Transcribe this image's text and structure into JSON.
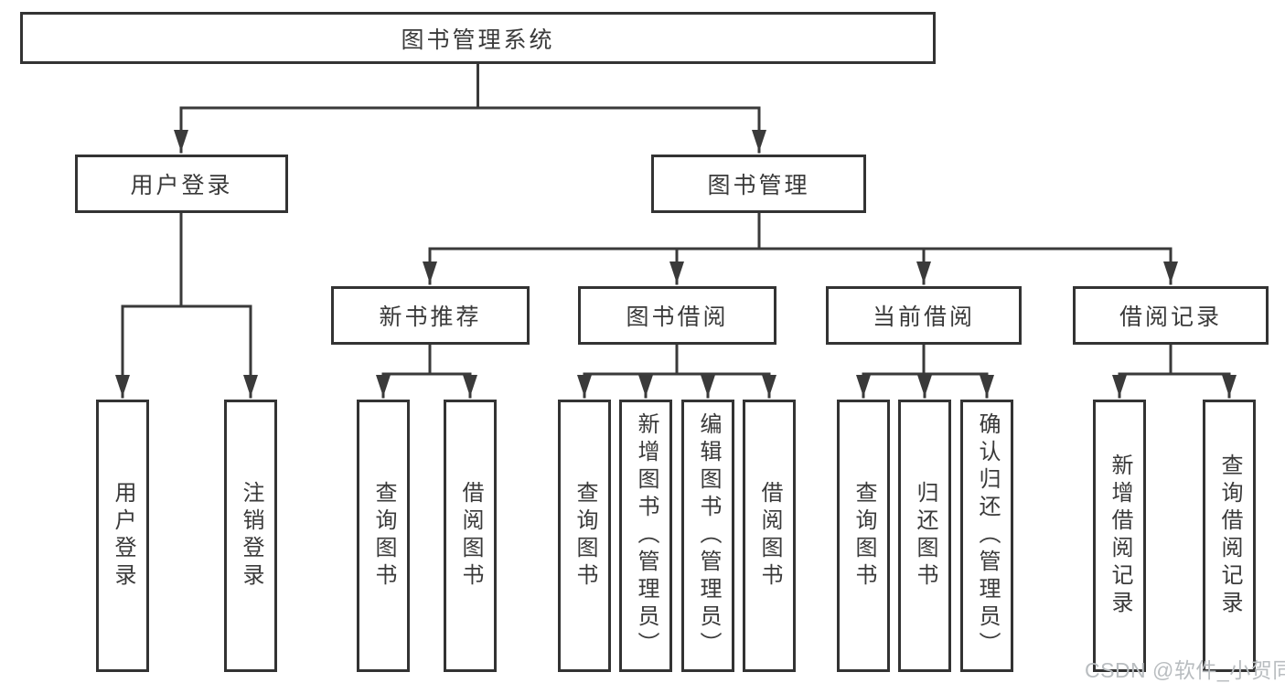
{
  "colors": {
    "background": "#ffffff",
    "line": "#3a3a3a",
    "box_border": "#333333",
    "text": "#3a3a3a",
    "watermark": "#b9bdc0"
  },
  "diagram": {
    "type": "hierarchy-tree",
    "title": "图书管理系统",
    "branches": [
      {
        "label": "用户登录",
        "children": [
          {
            "label": "用户登录"
          },
          {
            "label": "注销登录"
          }
        ]
      },
      {
        "label": "图书管理",
        "sections": [
          {
            "label": "新书推荐",
            "children": [
              {
                "label": "查询图书"
              },
              {
                "label": "借阅图书"
              }
            ]
          },
          {
            "label": "图书借阅",
            "children": [
              {
                "label": "查询图书"
              },
              {
                "label": "新增图书（管理员）"
              },
              {
                "label": "编辑图书（管理员）"
              },
              {
                "label": "借阅图书"
              }
            ]
          },
          {
            "label": "当前借阅",
            "children": [
              {
                "label": "查询图书"
              },
              {
                "label": "归还图书"
              },
              {
                "label": "确认归还（管理员）"
              }
            ]
          },
          {
            "label": "借阅记录",
            "children": [
              {
                "label": "新增借阅记录"
              },
              {
                "label": "查询借阅记录"
              }
            ]
          }
        ]
      }
    ]
  },
  "watermark": {
    "text": "CSDN @软件_小贺同学"
  }
}
